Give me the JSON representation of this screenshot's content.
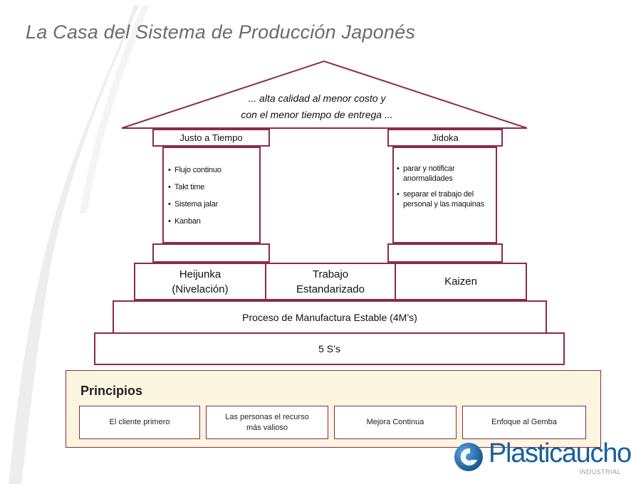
{
  "title": "La Casa del Sistema de Producción Japonés",
  "roof": {
    "line1": "... alta calidad al menor costo y",
    "line2": "con el menor tiempo de entrega ..."
  },
  "pillars": {
    "left": {
      "title": "Justo a Tiempo",
      "items": [
        "Flujo continuo",
        "Takt time",
        "Sistema jalar",
        "Kanban"
      ]
    },
    "right": {
      "title": "Jidoka",
      "items": [
        "parar y notificar anormalidades",
        "separar el trabajo del personal y las maquinas"
      ]
    }
  },
  "beam": {
    "heijunka": "Heijunka (Nivelación)",
    "trabajo": "Trabajo Estandarizado",
    "kaizen": "Kaizen"
  },
  "foundation": {
    "proceso": "Proceso de Manufactura Estable (4M’s)",
    "five_s": "5 S’s"
  },
  "principios": {
    "title": "Principios",
    "items": [
      "El cliente primero",
      "Las personas el recurso más valioso",
      "Mejora Continua",
      "Enfoque al Gemba"
    ]
  },
  "logo": {
    "name": "Plasticaucho",
    "sub": "INDUSTRIAL"
  },
  "colors": {
    "border": "#8b2c46",
    "principios_bg": "#fcf6e0",
    "logo_blue": "#17609e"
  }
}
